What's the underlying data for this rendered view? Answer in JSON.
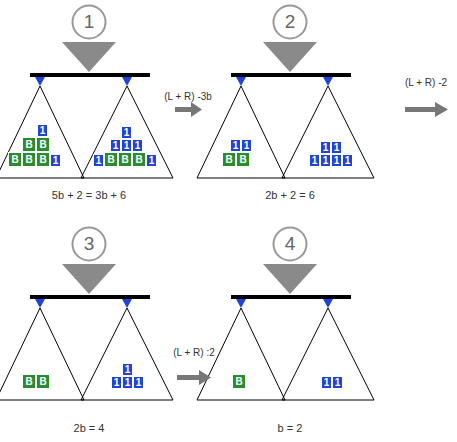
{
  "diagram": {
    "nodes": [
      {
        "text": [
          "1"
        ]
      },
      {
        "text": [
          "1"
        ]
      },
      {
        "text": [
          "B"
        ]
      },
      {
        "text": [
          "B"
        ]
      },
      {
        "text": [
          "B"
        ]
      },
      {
        "text": [
          "B"
        ]
      },
      {
        "text": [
          "B"
        ]
      },
      {
        "text": [
          "1"
        ]
      },
      {
        "text": [
          "1"
        ]
      },
      {
        "text": [
          "1"
        ]
      },
      {
        "text": [
          "1"
        ]
      },
      {
        "text": [
          "1"
        ]
      },
      {
        "text": [
          "1"
        ]
      },
      {
        "text": [
          "B"
        ]
      },
      {
        "text": [
          "B"
        ]
      },
      {
        "text": [
          "B"
        ]
      },
      {
        "text": [
          "1"
        ]
      },
      {
        "text": [
          "2"
        ]
      },
      {
        "text": [
          "1"
        ]
      },
      {
        "text": [
          "1"
        ]
      },
      {
        "text": [
          "B"
        ]
      },
      {
        "text": [
          "B"
        ]
      },
      {
        "text": [
          "1"
        ]
      },
      {
        "text": [
          "1"
        ]
      },
      {
        "text": [
          "1"
        ]
      },
      {
        "text": [
          "1"
        ]
      },
      {
        "text": [
          "1"
        ]
      },
      {
        "text": [
          "1"
        ]
      },
      {
        "text": [
          "3"
        ]
      },
      {
        "text": [
          "B"
        ]
      },
      {
        "text": [
          "B"
        ]
      },
      {
        "text": [
          "1"
        ]
      },
      {
        "text": [
          "1"
        ]
      },
      {
        "text": [
          "1"
        ]
      },
      {
        "text": [
          "1"
        ]
      },
      {
        "text": [
          "4"
        ]
      },
      {
        "text": [
          "B"
        ]
      },
      {
        "text": [
          "1"
        ]
      },
      {
        "text": [
          "1"
        ]
      }
    ],
    "labels": [
      "(L + R) -3b",
      "(L + R) -2",
      "5b + 2 = 3b + 6",
      "2b + 2 = 6",
      "(L + R) :2",
      "2b = 4",
      "b = 2"
    ]
  }
}
